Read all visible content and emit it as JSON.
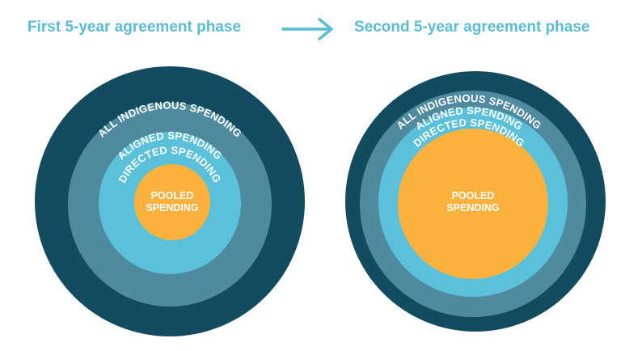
{
  "headers": {
    "first_phase": "First 5-year agreement phase",
    "second_phase": "Second 5-year agreement phase"
  },
  "labels": {
    "all_indigenous": "ALL INDIGENOUS SPENDING",
    "aligned": "ALIGNED SPENDING",
    "directed": "DIRECTED SPENDING",
    "pooled_line1": "POOLED",
    "pooled_line2": "SPENDING"
  },
  "icons": {
    "transition": "arrow-right-icon"
  },
  "colors": {
    "all_indigenous": "#134c61",
    "aligned": "#4f8a9e",
    "directed": "#5bc1db",
    "pooled": "#fbb13c",
    "header_text": "#5bbcd5",
    "ring_text": "#ffffff"
  }
}
